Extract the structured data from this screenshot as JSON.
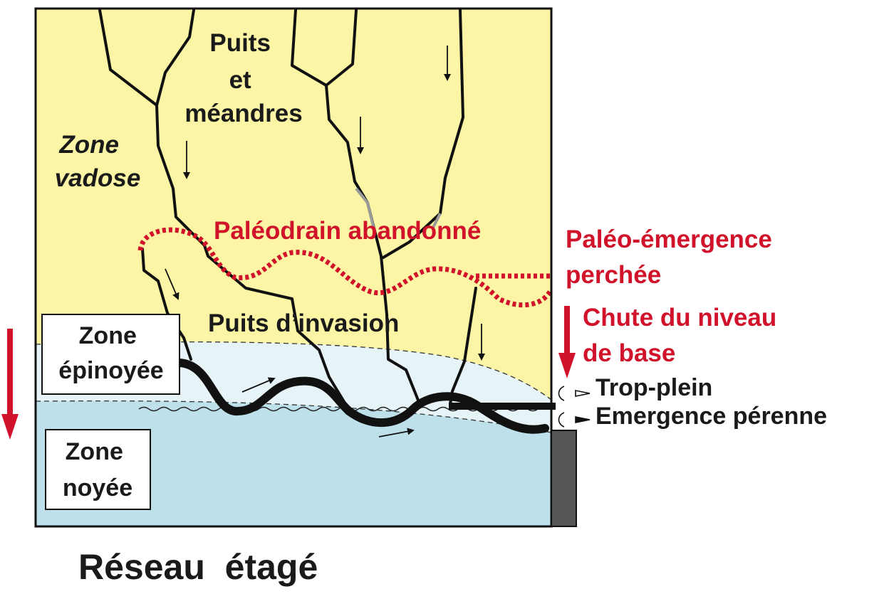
{
  "title": "Réseau  étagé",
  "zones": {
    "vadose": [
      "Zone",
      "vadose"
    ],
    "epinoyee": [
      "Zone",
      "épinoyée"
    ],
    "noyee": [
      "Zone",
      "noyée"
    ]
  },
  "labels": {
    "puits_meandres": [
      "Puits",
      "et",
      "méandres"
    ],
    "paleodrain": "Paléodrain abandonné",
    "puits_invasion": "Puits d’invasion",
    "paleo_emergence": [
      "Paléo-émergence",
      "perchée"
    ],
    "chute_niveau": [
      "Chute du niveau",
      "de base"
    ],
    "trop_plein": "Trop-plein",
    "emergence_perenne": "Emergence pérenne"
  },
  "colors": {
    "vadose_zone": "#fbf5a5",
    "epinoyee_zone": "#e6f3f7",
    "noyee_zone": "#bde0eb",
    "conduits": "#111111",
    "paleodrain": "#d0132a",
    "base_arrow": "#d0132a",
    "outlet_block": "#555555"
  }
}
